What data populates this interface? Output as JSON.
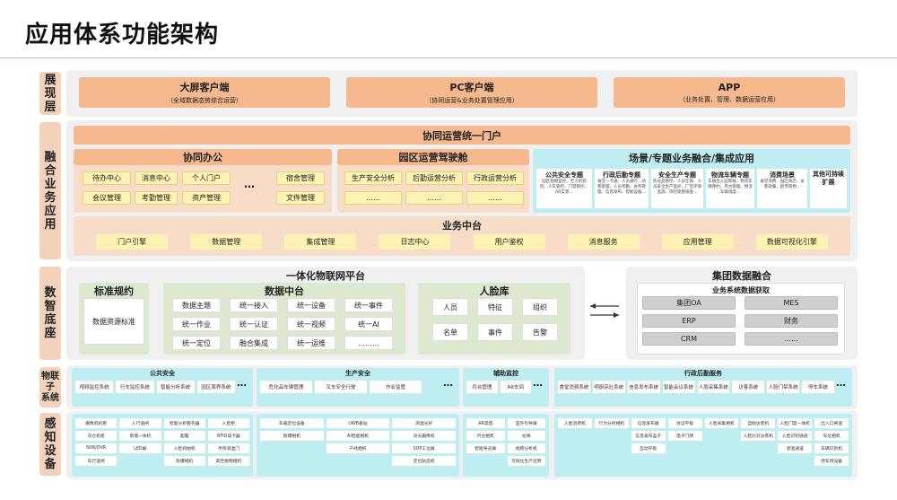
{
  "title": "应用体系功能架构",
  "layers": {
    "display": "展现层",
    "fusion": "融合业务应用",
    "digital": "数智底座",
    "iot": "物联子系统",
    "sense": "感知设备"
  },
  "display_items": [
    {
      "title": "大屏客户端",
      "sub": "（全域数据态势综合运营）"
    },
    {
      "title": "PC客户端",
      "sub": "（协同运营&业务处置管理应用）"
    },
    {
      "title": "APP",
      "sub": "（业务处置、管理、数据运营应用）"
    }
  ],
  "portal": "协同运营统一门户",
  "office": {
    "title": "协同办公",
    "items": [
      "待办中心",
      "消息中心",
      "个人门户",
      "会议管理",
      "考勤管理",
      "资产管理"
    ],
    "right": [
      "宿舍管理",
      "文件管理"
    ],
    "dots": "…"
  },
  "cockpit": {
    "title": "园区运营驾驶舱",
    "items": [
      "生产安全分析",
      "后勤运营分析",
      "行政运营分析"
    ],
    "more": [
      "……",
      "……",
      "……"
    ]
  },
  "scene": {
    "title": "场景/专题业务融合/集成应用",
    "cards": [
      {
        "title": "公共安全专题",
        "desc": "园区视频监控、无人机巡检、人车管控、门禁管控、AR实景…"
      },
      {
        "title": "行政后勤专题",
        "desc": "食堂一卡通、人员通行、访客管理、人员考勤、会务管理、信息发布、智能设备…"
      },
      {
        "title": "安全生产专题",
        "desc": "危化品管控、人员在岗、人员安全生产监护、厂区环境监测、风险隐患排查…"
      },
      {
        "title": "物流车辆专题",
        "desc": "车辆出入园等候、物流车辆预约、月台管理、物流车辆调度…"
      },
      {
        "title": "消费场景",
        "desc": "食堂消费、园区商店、访客就餐、超市购物…"
      },
      {
        "title": "其他可持续扩展",
        "desc": ""
      }
    ]
  },
  "biz_center": {
    "title": "业务中台",
    "items": [
      "门户引擎",
      "数据管理",
      "集成管理",
      "日志中心",
      "用户鉴权",
      "消息服务",
      "应用管理",
      "数据可视化引擎"
    ]
  },
  "iot_platform": "一体化物联网平台",
  "standard": {
    "title": "标准规约",
    "item": "数据资源标准"
  },
  "data_center": {
    "title": "数据中台",
    "items": [
      "数据主题",
      "统一接入",
      "统一设备",
      "统一事件",
      "统一作业",
      "统一认证",
      "统一视频",
      "统一AI",
      "统一定位",
      "融合集成",
      "统一运维",
      "………"
    ]
  },
  "face_lib": {
    "title": "人脸库",
    "items": [
      "人员",
      "特征",
      "组织",
      "名单",
      "事件",
      "告警"
    ]
  },
  "group_data": {
    "title": "集团数据融合",
    "sub": "业务系统数据获取",
    "items": [
      "集团OA",
      "MES",
      "ERP",
      "财务",
      "CRM",
      "……"
    ]
  },
  "iot_groups": [
    {
      "title": "公共安全",
      "items": [
        "视频监控系统",
        "行车监控系统",
        "智能分析系统",
        "园区周界系统"
      ],
      "dots": "…"
    },
    {
      "title": "生产安全",
      "items": [
        "危化品车辆管理",
        "叉车安全行驶",
        "作业监管"
      ],
      "dots": "…"
    },
    {
      "title": "辅助监控",
      "items": [
        "月台管理",
        "AR车间"
      ],
      "dots": "…"
    },
    {
      "title": "行政后勤服务",
      "items": [
        "食堂消费系统",
        "明厨亮灶系统",
        "信息发布系统",
        "智能会议系统",
        "人脸采集系统",
        "访客系统",
        "人脸门禁系统",
        "停车系统"
      ],
      "dots": "…"
    }
  ],
  "sense_groups": [
    {
      "items": [
        "摄像机机柜",
        "人行道闸",
        "智能分析服务器",
        "人脸柜",
        "双仓机柜",
        "景墙一体机",
        "超脑",
        "RFID读卡器",
        "NVR/DVR",
        "LED屏",
        "人脸抓拍机",
        "手持测温门",
        "车行道闸",
        "",
        "防爆相机",
        "高空抛物相机"
      ]
    },
    {
      "items": [
        "车载定位设备",
        "UWB基站",
        "测温光纤",
        "防爆相机",
        "AI智能相机",
        "双光摄像机",
        "",
        "产线相机",
        "SOP工位屏",
        "",
        "",
        "定位轨迹机"
      ]
    },
    {
      "items": [
        "AR高塔",
        "室外引导屏",
        "月台相机",
        "拉绳",
        "智能导览屏",
        "视频分析机",
        "",
        "可视化生产还原"
      ]
    },
    {
      "items": [
        "人脸消费机",
        "行为分析相机",
        "信息发布屏",
        "会议平板",
        "人脸采集相机",
        "自助访客机",
        "人脸门禁一体机",
        "出入口闸道",
        "",
        "",
        "信息发布盒子",
        "电子门牌",
        "",
        "人脸比对访客机",
        "人脸识别通道",
        "车位相机",
        "",
        "",
        "互动平板",
        "",
        "",
        "",
        "测温通道",
        "车辆识别机",
        "",
        "",
        "",
        "",
        "",
        "",
        "",
        "停车场设备"
      ]
    }
  ],
  "colors": {
    "orange": "#f5b98d",
    "layer": "#f2d2bb",
    "cyan": "#bfeef2",
    "green": "#dce9cf",
    "yellow": "#fdf2b3"
  }
}
